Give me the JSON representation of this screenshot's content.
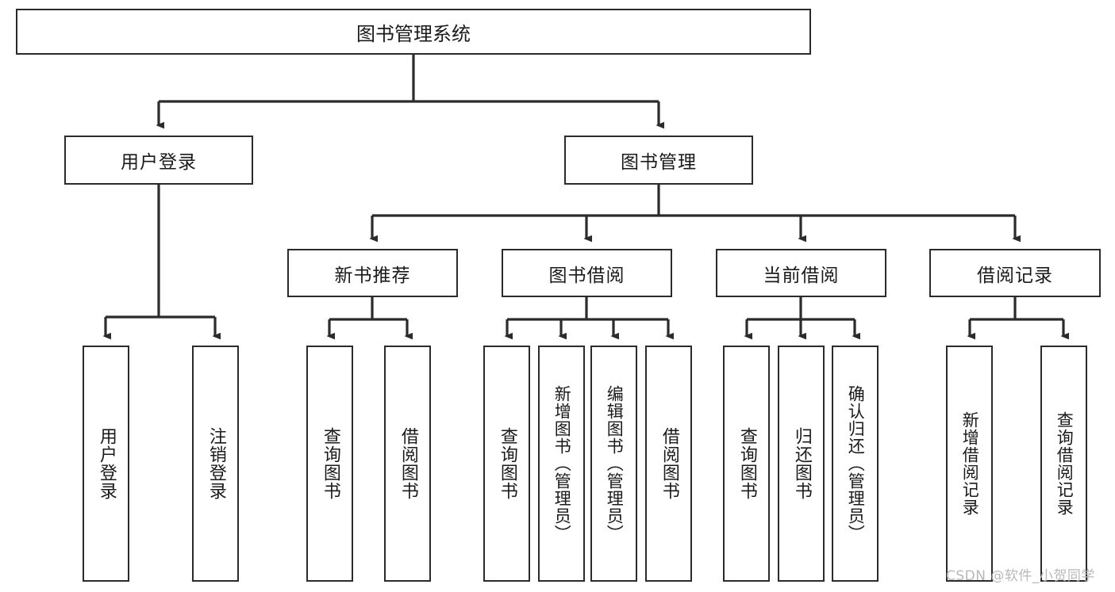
{
  "diagram": {
    "type": "tree-hierarchy",
    "title": "图书管理系统",
    "root": {
      "id": "root",
      "label": "图书管理系统"
    },
    "level2": [
      {
        "id": "user-login",
        "label": "用户登录"
      },
      {
        "id": "book-management",
        "label": "图书管理"
      }
    ],
    "level3": [
      {
        "id": "new-book-recommend",
        "label": "新书推荐",
        "parent": "book-management"
      },
      {
        "id": "book-borrow",
        "label": "图书借阅",
        "parent": "book-management"
      },
      {
        "id": "current-borrow",
        "label": "当前借阅",
        "parent": "book-management"
      },
      {
        "id": "borrow-record",
        "label": "借阅记录",
        "parent": "book-management"
      }
    ],
    "leaves": [
      {
        "id": "leaf-user-login",
        "label": "用户登录",
        "parent": "user-login"
      },
      {
        "id": "leaf-user-logout",
        "label": "注销登录",
        "parent": "user-login"
      },
      {
        "id": "leaf-query-book-1",
        "label": "查询图书",
        "parent": "new-book-recommend"
      },
      {
        "id": "leaf-borrow-book-1",
        "label": "借阅图书",
        "parent": "new-book-recommend"
      },
      {
        "id": "leaf-query-book-2",
        "label": "查询图书",
        "parent": "book-borrow"
      },
      {
        "id": "leaf-add-book",
        "label": "新增图书（管理员）",
        "parent": "book-borrow"
      },
      {
        "id": "leaf-edit-book",
        "label": "编辑图书（管理员）",
        "parent": "book-borrow"
      },
      {
        "id": "leaf-borrow-book-2",
        "label": "借阅图书",
        "parent": "book-borrow"
      },
      {
        "id": "leaf-query-book-3",
        "label": "查询图书",
        "parent": "current-borrow"
      },
      {
        "id": "leaf-return-book",
        "label": "归还图书",
        "parent": "current-borrow"
      },
      {
        "id": "leaf-confirm-return",
        "label": "确认归还（管理员）",
        "parent": "current-borrow"
      },
      {
        "id": "leaf-add-record",
        "label": "新增借阅记录",
        "parent": "borrow-record"
      },
      {
        "id": "leaf-query-record",
        "label": "查询借阅记录",
        "parent": "borrow-record"
      }
    ],
    "colors": {
      "stroke": "#2b2b2b",
      "fill": "#ffffff",
      "text": "#1a1a1a",
      "watermark": "#b8b8b8"
    }
  },
  "watermark": {
    "text": "CSDN @软件_小贺同学"
  }
}
